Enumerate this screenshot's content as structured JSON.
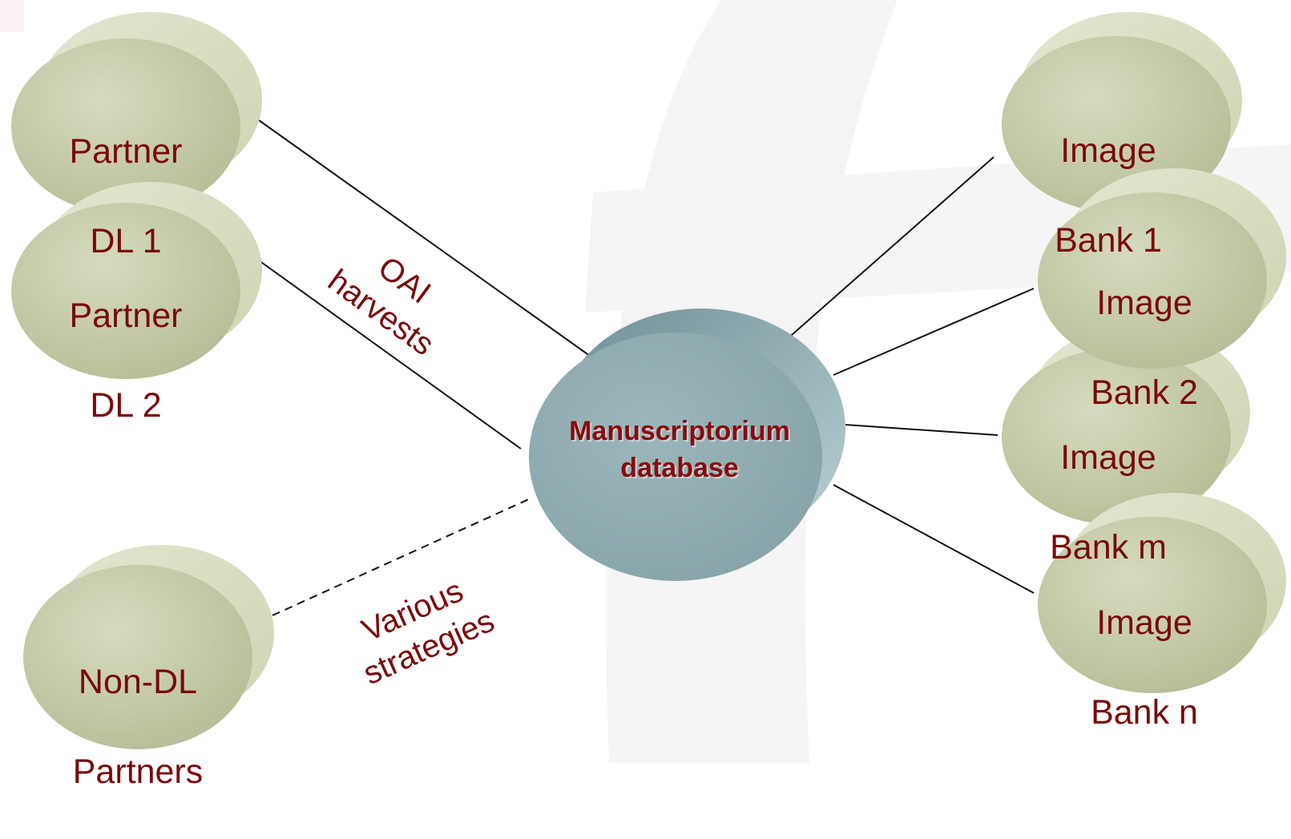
{
  "nodes": {
    "partner_dl_1": {
      "line1": "Partner",
      "line2": "DL 1"
    },
    "partner_dl_2": {
      "line1": "Partner",
      "line2": "DL 2"
    },
    "non_dl_partners": {
      "line1": "Non-DL",
      "line2": "Partners"
    },
    "manuscriptorium": {
      "line1": "Manuscriptorium",
      "line2": "database"
    },
    "image_bank_1": {
      "line1": "Image",
      "line2": "Bank 1"
    },
    "image_bank_2": {
      "line1": "Image",
      "line2": "Bank 2"
    },
    "image_bank_m": {
      "line1": "Image",
      "line2": "Bank m"
    },
    "image_bank_n": {
      "line1": "Image",
      "line2": "Bank n"
    }
  },
  "edge_labels": {
    "oai": {
      "line1": "OAI",
      "line2": "harvests"
    },
    "various": {
      "line1": "Various",
      "line2": "strategies"
    }
  },
  "colors": {
    "node_fill": "#c3c9a5",
    "node_edge": "#d7dcbf",
    "center_fill": "#8faeb3",
    "label_text": "#7a0a0a"
  }
}
